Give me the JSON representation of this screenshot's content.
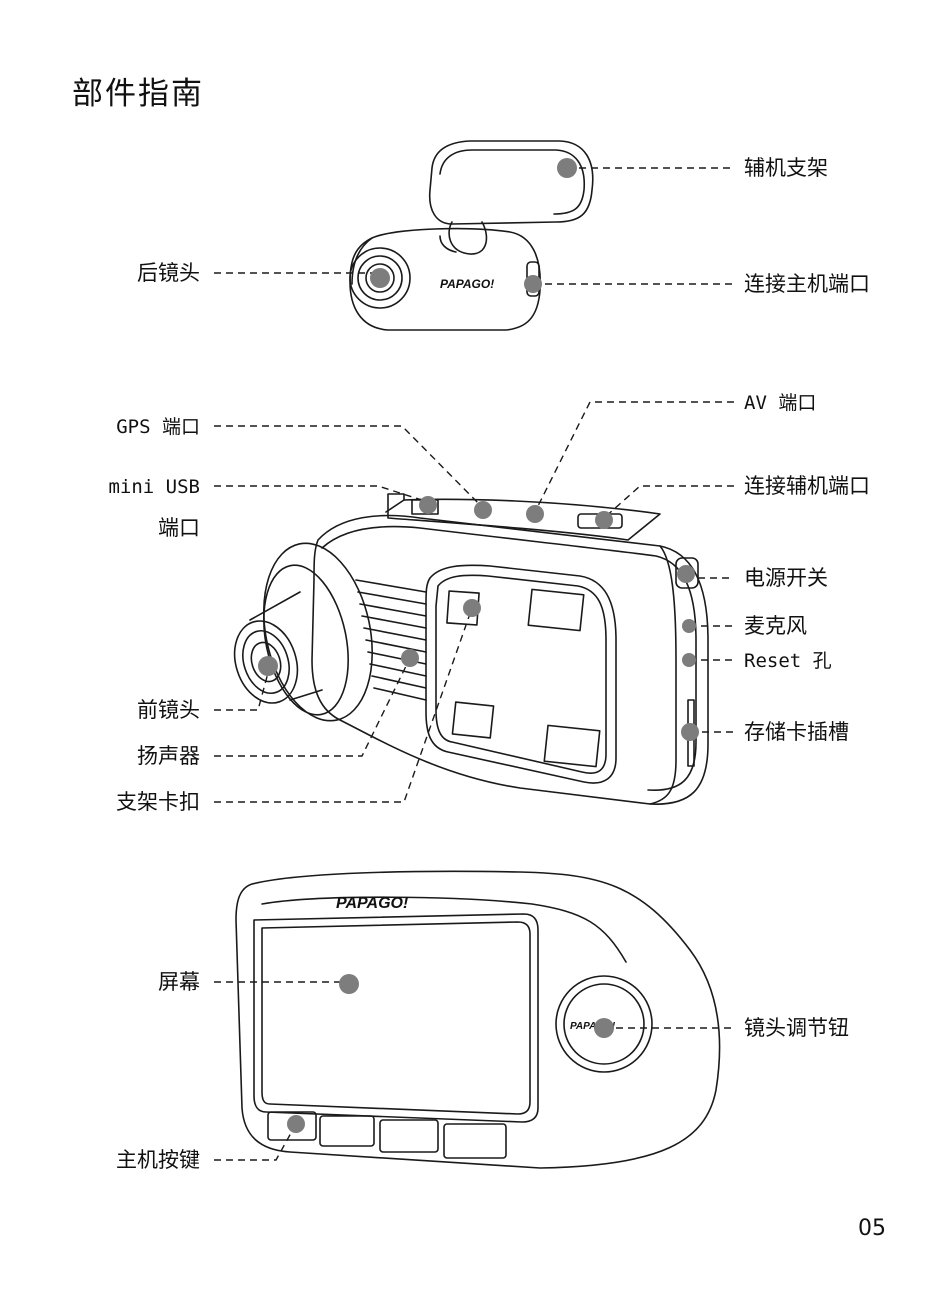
{
  "title": "部件指南",
  "page_number": "05",
  "brand": "PAPAGO!",
  "rear_camera": {
    "bracket": "辅机支架",
    "lens": "后镜头",
    "connector": "连接主机端口"
  },
  "main_unit": {
    "gps_port": "GPS 端口",
    "av_port": "AV 端口",
    "mini_usb_line1": "mini USB",
    "mini_usb_line2": "端口",
    "aux_port": "连接辅机端口",
    "power_switch": "电源开关",
    "microphone": "麦克风",
    "reset": "Reset 孔",
    "front_lens": "前镜头",
    "speaker": "扬声器",
    "sd_slot": "存储卡插槽",
    "mount_clip": "支架卡扣"
  },
  "back_view": {
    "screen": "屏幕",
    "lens_knob": "镜头调节钮",
    "buttons": "主机按键"
  },
  "colors": {
    "callout_dot": "#7d7d7d",
    "line": "#1a1a1a"
  }
}
